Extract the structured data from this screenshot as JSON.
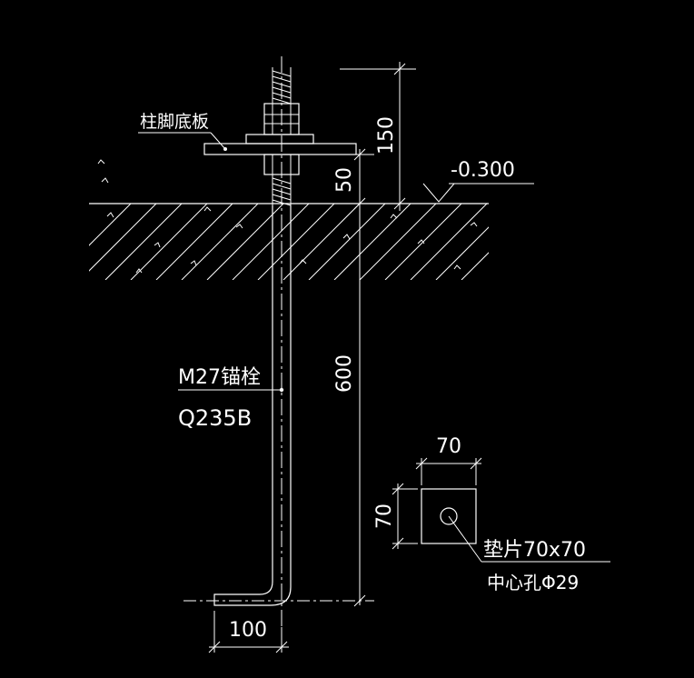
{
  "colors": {
    "background": "#000000",
    "line": "#ffffff",
    "hatch": "#ffffff"
  },
  "labels": {
    "base_plate": "柱脚底板",
    "bolt_spec": "M27锚栓",
    "material": "Q235B",
    "washer_spec": "垫片70x70",
    "center_hole": "中心孔Φ29",
    "elevation": "-0.300"
  },
  "dimensions": {
    "top_height": "150",
    "plate_height": "50",
    "embed_depth": "600",
    "hook_length": "100",
    "washer_width": "70",
    "washer_height": "70"
  }
}
